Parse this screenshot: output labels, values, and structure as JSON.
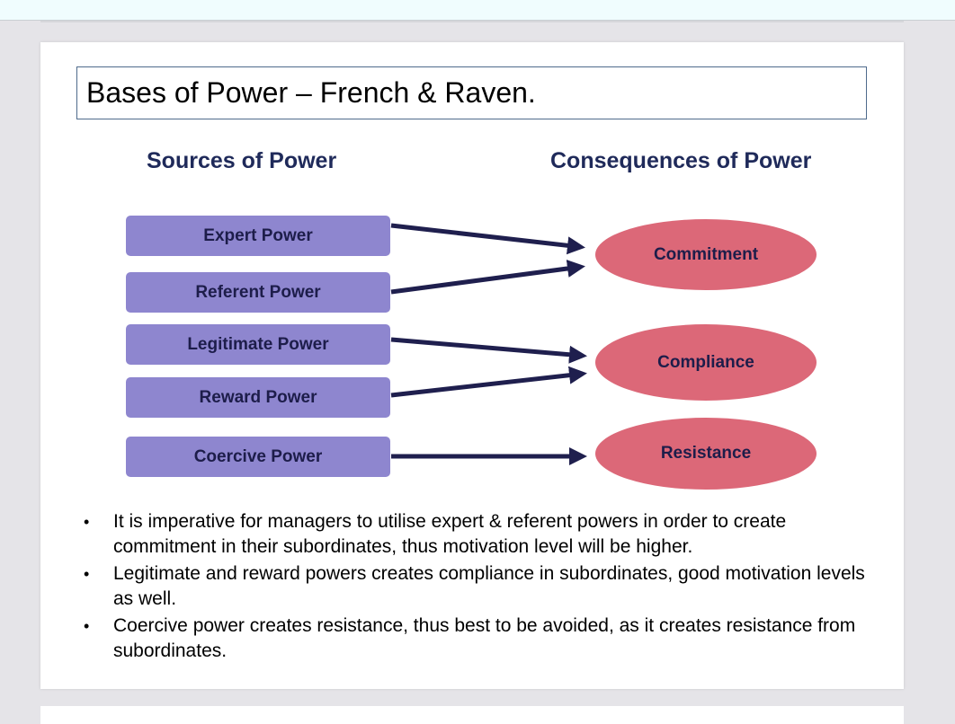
{
  "slide": {
    "title": "Bases of Power – French & Raven.",
    "headings": {
      "sources": "Sources of Power",
      "consequences": "Consequences of Power"
    },
    "sources": [
      "Expert Power",
      "Referent Power",
      "Legitimate Power",
      "Reward Power",
      "Coercive Power"
    ],
    "consequences": [
      "Commitment",
      "Compliance",
      "Resistance"
    ],
    "bullets": [
      "It is imperative for managers to utilise expert & referent powers in order to create commitment in their subordinates, thus motivation level will be higher.",
      "Legitimate and reward powers creates compliance in subordinates, good motivation levels as well.",
      "Coercive power creates resistance, thus best to be avoided, as it creates resistance from subordinates."
    ],
    "bullet_symbol": "•",
    "colors": {
      "source_box": "#8e86cf",
      "consequence_oval": "#dc6878",
      "arrow": "#1f1f4e",
      "heading": "#1f2a5a"
    }
  }
}
